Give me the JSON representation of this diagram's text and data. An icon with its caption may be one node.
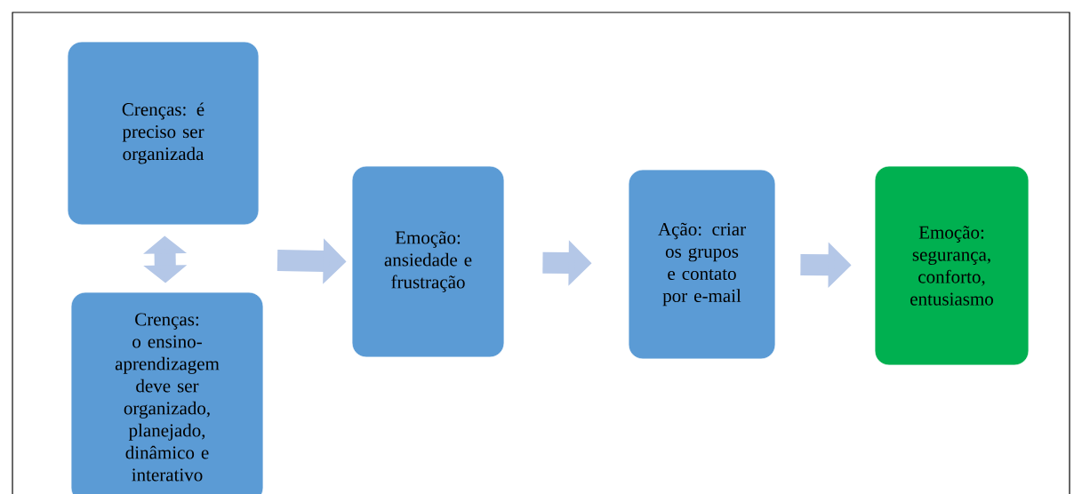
{
  "diagram": {
    "nodes": [
      {
        "text": [
          "Crenças: é preciso ser organizada"
        ]
      },
      {
        "text": [
          "Crenças: o ensino-aprendizagem deve ser organizado, planejado, dinâmico e interativo"
        ]
      },
      {
        "text": [
          "Emoção: ansiedade e frustração"
        ]
      },
      {
        "text": [
          "Ação: criar os grupos e contato por e-mail"
        ]
      },
      {
        "text": [
          "Emoção: segurança, conforto, entusiasmo"
        ]
      }
    ],
    "edges": [
      {
        "from": 0,
        "to": 1,
        "arrow": "both"
      },
      {
        "from": null,
        "to": 2,
        "arrow": "to"
      },
      {
        "from": 2,
        "to": 3,
        "arrow": "to"
      },
      {
        "from": 3,
        "to": 4,
        "arrow": "to"
      }
    ]
  }
}
